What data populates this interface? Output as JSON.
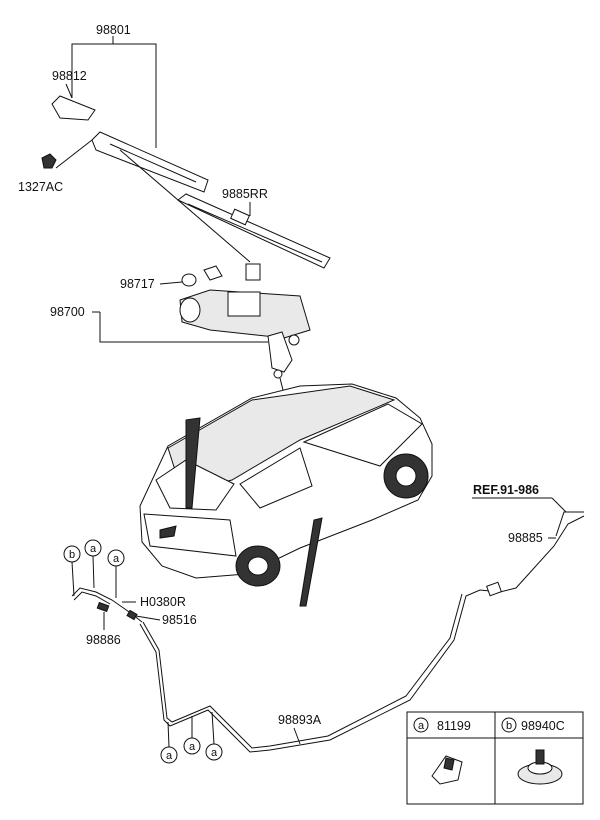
{
  "labels": {
    "p98801": "98801",
    "p98812": "98812",
    "p1327AC": "1327AC",
    "p9885RR": "9885RR",
    "p98717": "98717",
    "p98700": "98700",
    "ref": "REF.91-986",
    "p98885": "98885",
    "pH0380R": "H0380R",
    "p98516": "98516",
    "p98886": "98886",
    "p98893A": "98893A"
  },
  "callouts": {
    "a": "a",
    "b": "b"
  },
  "legend": {
    "a_code": "a",
    "a_part": "81199",
    "b_code": "b",
    "b_part": "98940C"
  }
}
